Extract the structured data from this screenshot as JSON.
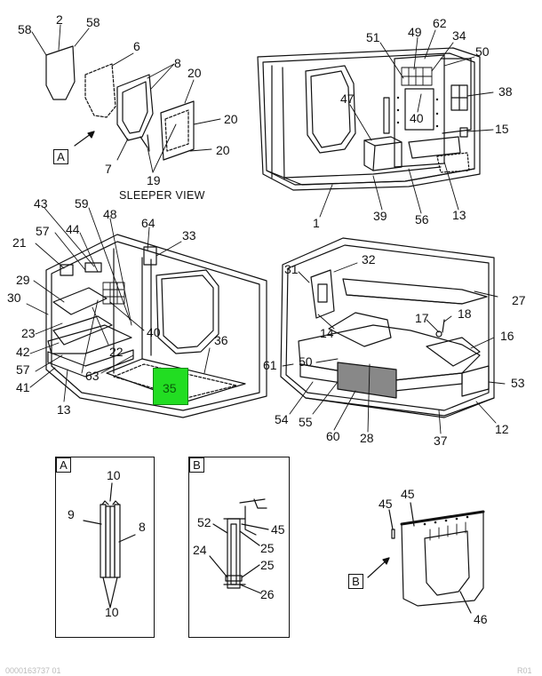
{
  "caption_sleeper_view": "SLEEPER VIEW",
  "detail_a_title": "A",
  "detail_b_title": "B",
  "callout_a_label": "A",
  "callout_b_label": "B",
  "highlighted_part": "35",
  "footer_left": "0000163737 01",
  "footer_right": "R01",
  "callouts": [
    {
      "id": "c2",
      "text": "2"
    },
    {
      "id": "c58a",
      "text": "58"
    },
    {
      "id": "c58b",
      "text": "58"
    },
    {
      "id": "c6",
      "text": "6"
    },
    {
      "id": "c8a",
      "text": "8"
    },
    {
      "id": "c20a",
      "text": "20"
    },
    {
      "id": "c20b",
      "text": "20"
    },
    {
      "id": "c20c",
      "text": "20"
    },
    {
      "id": "c7",
      "text": "7"
    },
    {
      "id": "c19",
      "text": "19"
    },
    {
      "id": "c51",
      "text": "51"
    },
    {
      "id": "c49",
      "text": "49"
    },
    {
      "id": "c62",
      "text": "62"
    },
    {
      "id": "c34",
      "text": "34"
    },
    {
      "id": "c50a",
      "text": "50"
    },
    {
      "id": "c38",
      "text": "38"
    },
    {
      "id": "c47",
      "text": "47"
    },
    {
      "id": "c40a",
      "text": "40"
    },
    {
      "id": "c15",
      "text": "15"
    },
    {
      "id": "c1",
      "text": "1"
    },
    {
      "id": "c39",
      "text": "39"
    },
    {
      "id": "c56",
      "text": "56"
    },
    {
      "id": "c13a",
      "text": "13"
    },
    {
      "id": "c43",
      "text": "43"
    },
    {
      "id": "c59",
      "text": "59"
    },
    {
      "id": "c48",
      "text": "48"
    },
    {
      "id": "c64",
      "text": "64"
    },
    {
      "id": "c33",
      "text": "33"
    },
    {
      "id": "c21",
      "text": "21"
    },
    {
      "id": "c57a",
      "text": "57"
    },
    {
      "id": "c44",
      "text": "44"
    },
    {
      "id": "c29",
      "text": "29"
    },
    {
      "id": "c30",
      "text": "30"
    },
    {
      "id": "c23",
      "text": "23"
    },
    {
      "id": "c40b",
      "text": "40"
    },
    {
      "id": "c42",
      "text": "42"
    },
    {
      "id": "c22",
      "text": "22"
    },
    {
      "id": "c36",
      "text": "36"
    },
    {
      "id": "c57b",
      "text": "57"
    },
    {
      "id": "c41",
      "text": "41"
    },
    {
      "id": "c63",
      "text": "63"
    },
    {
      "id": "c13b",
      "text": "13"
    },
    {
      "id": "c31",
      "text": "31"
    },
    {
      "id": "c32",
      "text": "32"
    },
    {
      "id": "c27",
      "text": "27"
    },
    {
      "id": "c18",
      "text": "18"
    },
    {
      "id": "c17",
      "text": "17"
    },
    {
      "id": "c14",
      "text": "14"
    },
    {
      "id": "c16",
      "text": "16"
    },
    {
      "id": "c50b",
      "text": "50"
    },
    {
      "id": "c61",
      "text": "61"
    },
    {
      "id": "c53",
      "text": "53"
    },
    {
      "id": "c54",
      "text": "54"
    },
    {
      "id": "c55",
      "text": "55"
    },
    {
      "id": "c60",
      "text": "60"
    },
    {
      "id": "c28",
      "text": "28"
    },
    {
      "id": "c37",
      "text": "37"
    },
    {
      "id": "c12",
      "text": "12"
    },
    {
      "id": "c10a",
      "text": "10"
    },
    {
      "id": "c9",
      "text": "9"
    },
    {
      "id": "c8b",
      "text": "8"
    },
    {
      "id": "c10b",
      "text": "10"
    },
    {
      "id": "c52",
      "text": "52"
    },
    {
      "id": "c45a",
      "text": "45"
    },
    {
      "id": "c25a",
      "text": "25"
    },
    {
      "id": "c24",
      "text": "24"
    },
    {
      "id": "c25b",
      "text": "25"
    },
    {
      "id": "c26",
      "text": "26"
    },
    {
      "id": "c45b",
      "text": "45"
    },
    {
      "id": "c45c",
      "text": "45"
    },
    {
      "id": "c46",
      "text": "46"
    }
  ]
}
